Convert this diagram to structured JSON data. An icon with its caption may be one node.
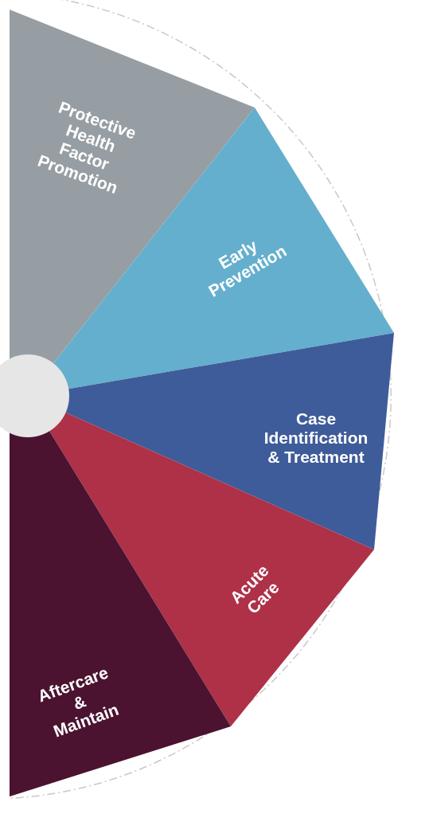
{
  "diagram": {
    "nodes": [
      {
        "text": [
          "Protective Health Factor Promotion"
        ]
      },
      {
        "text": [
          "Early Prevention"
        ]
      },
      {
        "text": [
          "Case Identification & Treatment"
        ]
      },
      {
        "text": [
          "Acute Care"
        ]
      },
      {
        "text": [
          "Aftercare & Maintain"
        ]
      },
      {
        "text": [],
        "shape": "circle"
      }
    ]
  }
}
